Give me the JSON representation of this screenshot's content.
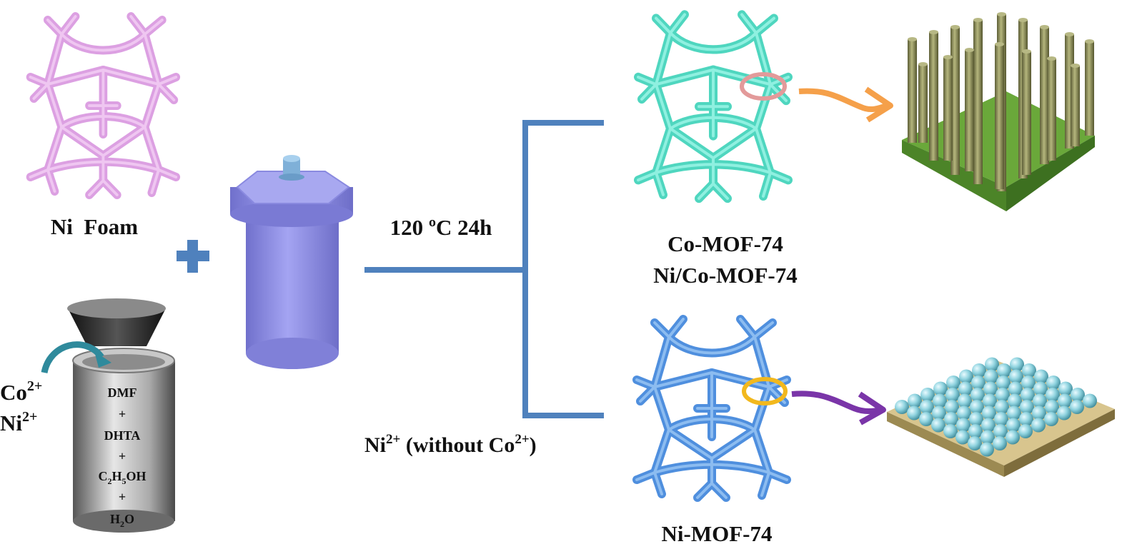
{
  "labels": {
    "ni_foam": "Ni  Foam",
    "condition": "120 ºC 24h",
    "co_mof": "Co-MOF-74",
    "nico_mof": "Ni/Co-MOF-74",
    "ni_mof": "Ni-MOF-74",
    "co_ion": "Co",
    "co_charge": "2+",
    "ni_ion": "Ni",
    "ni_charge": "2+",
    "branch_ni": "Ni",
    "branch_ni_charge": "2+",
    "branch_without": " (without Co",
    "branch_co_charge": "2+",
    "branch_close": ")"
  },
  "cup_text": {
    "line1": "DMF",
    "plus1": "+",
    "line2": "DHTA",
    "plus2": "+",
    "line3_a": "C",
    "line3_sub1": "2",
    "line3_b": "H",
    "line3_sub2": "5",
    "line3_c": "OH",
    "plus3": "+",
    "line4_a": "H",
    "line4_sub": "2",
    "line4_b": "O"
  },
  "colors": {
    "ni_foam": "#dca0e2",
    "co_mof": "#4fd6bf",
    "ni_mof": "#4f8fde",
    "autoclave": "#8c8ce6",
    "branch_line": "#4f81bd",
    "plus_sign": "#4f81bd",
    "rods": "#8e8f5b",
    "rod_base": "#6aa83a",
    "spheres": "#8fd3df",
    "sphere_base": "#c7b27a",
    "orange_arrow": "#f5a04a",
    "purple_arrow": "#7a35a8",
    "pink_ring": "#e39a9a",
    "yellow_ring": "#f2b81d",
    "teal_arrow": "#2f8a9c"
  },
  "icons": {
    "plus": "plus-icon",
    "curved_arrow": "curved-arrow-icon",
    "autoclave": "autoclave-icon",
    "beaker": "beaker-icon"
  }
}
